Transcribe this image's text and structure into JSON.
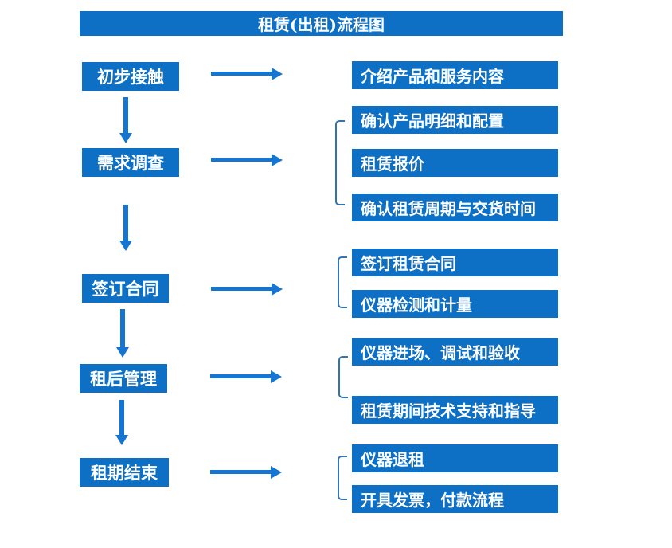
{
  "title": "租赁(出租)流程图",
  "colors": {
    "box": "#0d70c5",
    "arrow": "#1575d2",
    "bracket": "#2f74b5",
    "text": "#ffffff"
  },
  "steps": [
    {
      "label": "初步接触"
    },
    {
      "label": "需求调查"
    },
    {
      "label": "签订合同"
    },
    {
      "label": "租后管理"
    },
    {
      "label": "租期结束"
    }
  ],
  "details": [
    {
      "items": [
        "介绍产品和服务内容"
      ]
    },
    {
      "items": [
        "确认产品明细和配置",
        "租赁报价",
        "确认租赁周期与交货时间"
      ]
    },
    {
      "items": [
        "签订租赁合同",
        "仪器检测和计量"
      ]
    },
    {
      "items": [
        "仪器进场、调试和验收",
        "租赁期间技术支持和指导"
      ]
    },
    {
      "items": [
        "仪器退租",
        "开具发票，付款流程"
      ]
    }
  ]
}
